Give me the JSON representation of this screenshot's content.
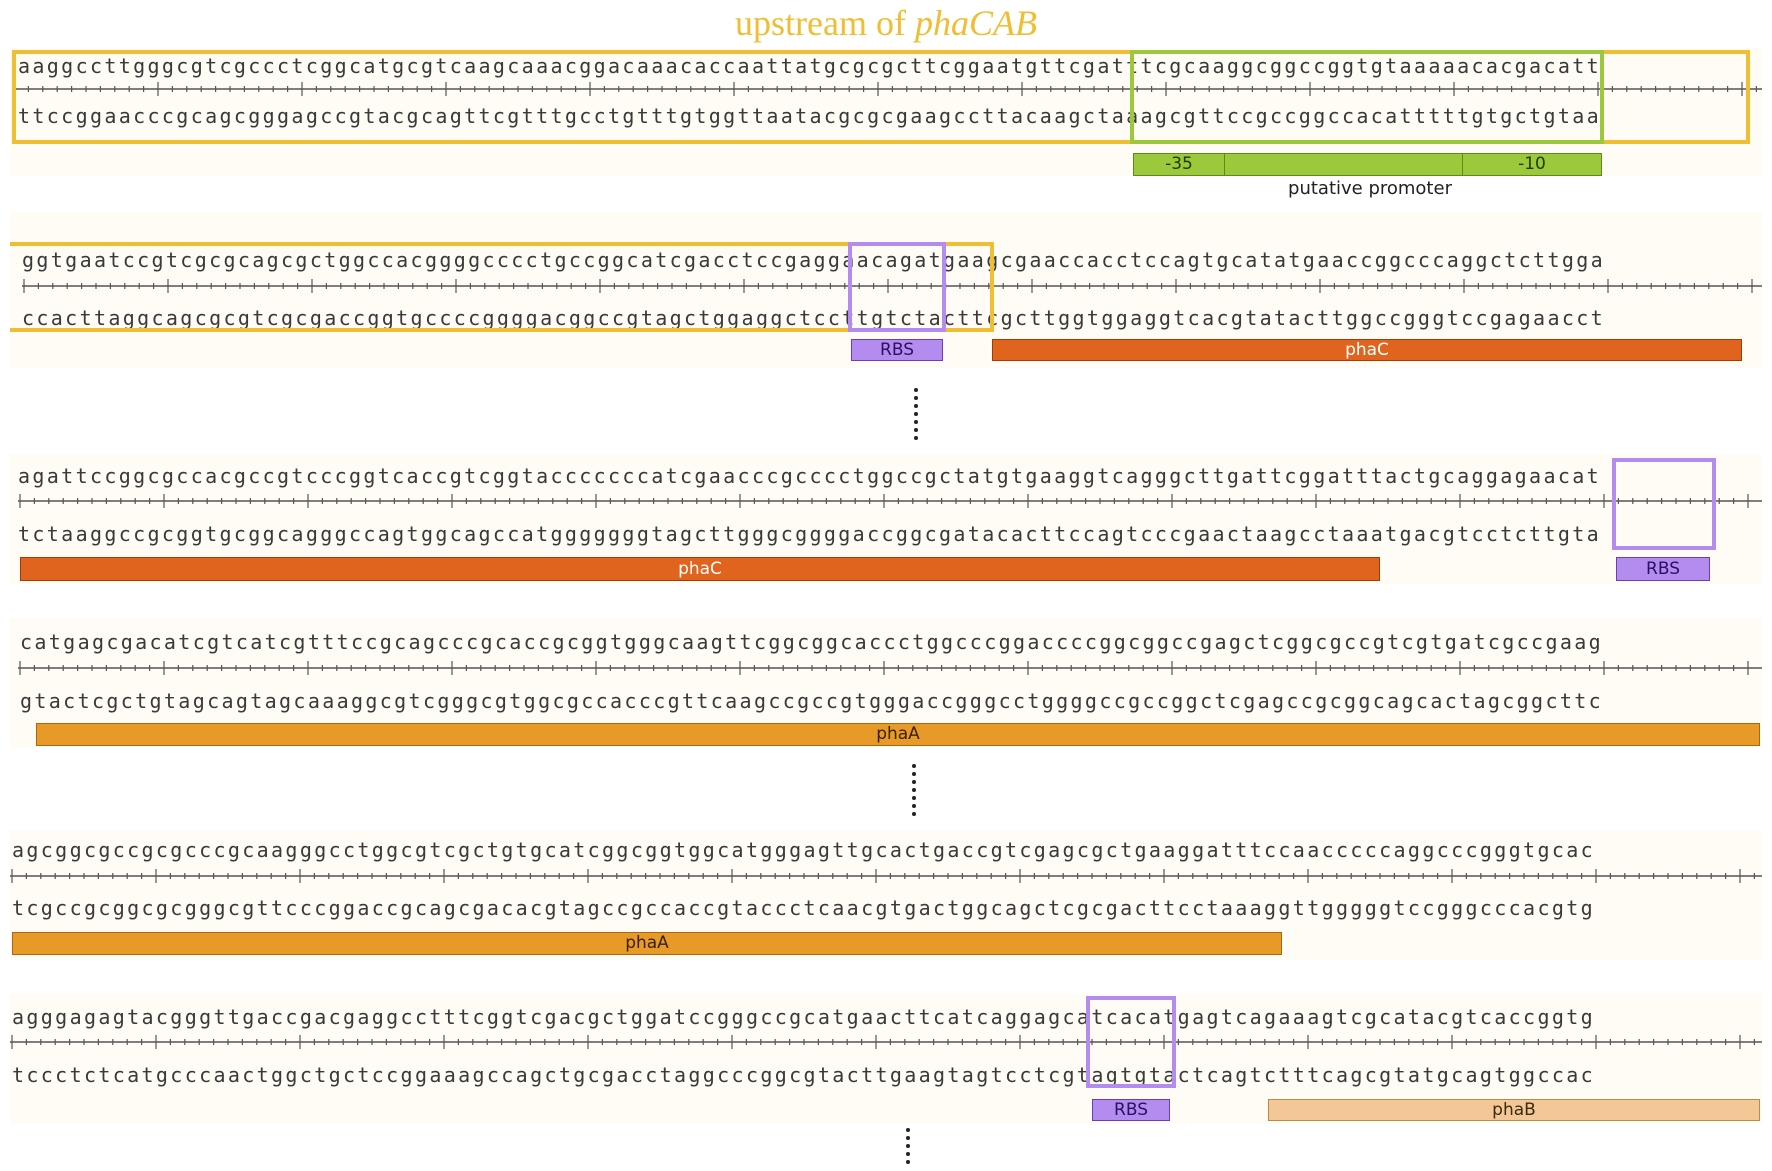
{
  "title": {
    "prefix": "upstream of ",
    "gene": "phaCAB"
  },
  "colors": {
    "upstream_box": "#f0be32",
    "promoter": "#9cc83c",
    "rbs": "#b48cf0",
    "phaC": "#e0641e",
    "phaA": "#e89a28",
    "phaB": "#f4c896"
  },
  "rows": [
    {
      "top": "aaggccttgggcgtcgccctcggcatgcgtcaagcaaacggacaaacaccaattatgcgcgcttcggaatgttcgatttcgcaaggcggccggtgtaaaaacacgacatt",
      "bottom": "ttccggaacccgcagcgggagccgtacgcagttcgtttgcctgtttgtggttaatacgcgcgaagccttacaagctaaagcgttccgccggccacatttttgtgctgtaa"
    },
    {
      "top": "ggtgaatccgtcgcgcagcgctggccacggggcccctgccggcatcgacctccgaggaacagatgaagcgaaccacctccagtgcatatgaaccggcccaggctcttgga",
      "bottom": "ccacttaggcagcgcgtcgcgaccggtgccccggggacggccgtagctggaggctccttgtctacttcgcttggtggaggtcacgtatacttggccgggtccgagaacct"
    },
    {
      "top": "agattccggcgccacgccgtcccggtcaccgtcggtacccccccatcgaacccgcccctggccgctatgtgaaggtcagggcttgattcggatttactgcaggagaacat",
      "bottom": "tctaaggccgcggtgcggcagggccagtggcagccatgggggggtagcttgggcggggaccggcgatacacttccagtcccgaactaagcctaaatgacgtcctcttgta"
    },
    {
      "top": "catgagcgacatcgtcatcgtttccgcagcccgcaccgcggtgggcaagttcggcggcaccctggcccggaccccggcggccgagctcggcgccgtcgtgatcgccgaag",
      "bottom": "gtactcgctgtagcagtagcaaaggcgtcgggcgtggcgccacccgttcaagccgccgtgggaccgggcctggggccgccggctcgagccgcggcagcactagcggcttc"
    },
    {
      "top": "agcggcgccgcgcccgcaagggcctggcgtcgctgtgcatcggcggtggcatgggagttgcactgaccgtcgagcgctgaaggatttccaacccccaggcccgggtgcac",
      "bottom": "tcgccgcggcgcgggcgttcccggaccgcagcgacacgtagccgccaccgtaccctcaacgtgactggcagctcgcgacttcctaaaggttgggggtccgggcccacgtg"
    },
    {
      "top": "agggagagtacgggttgaccgacgaggcctttcggtcgacgctggatccgggccgcatgaacttcatcaggagcatcacatgagtcagaaagtcgcatacgtcaccggtg",
      "bottom": "tccctctcatgcccaactggctgctccggaaagccagctgcgacctaggcccggcgtacttgaagtagtcctcgtagtgtactcagtctttcagcgtatgcagtggccac"
    }
  ],
  "features": {
    "minus35": "-35",
    "minus10": "-10",
    "promoter_label": "putative promoter",
    "rbs": "RBS",
    "phaC": "phaC",
    "phaA": "phaA",
    "phaB": "phaB"
  }
}
